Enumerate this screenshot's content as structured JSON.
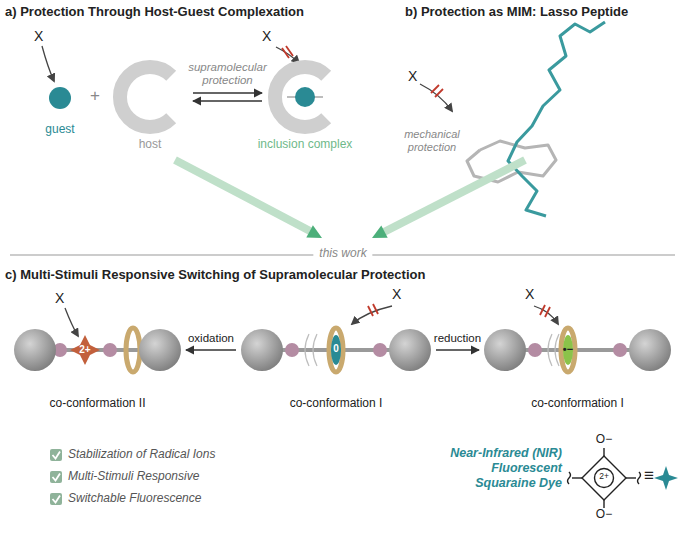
{
  "diagram": {
    "nodes": [
      {
        "text": [
          "guest"
        ]
      },
      {
        "text": [
          "host"
        ]
      },
      {
        "text": [
          "inclusion complex"
        ]
      },
      {
        "text": [
          "co-conformation II"
        ]
      },
      {
        "text": [
          "co-conformation I"
        ]
      },
      {
        "text": [
          "co-conformation I"
        ]
      }
    ],
    "edges": [
      {
        "from": 1,
        "to": 2,
        "arrow": "both",
        "label": "supramolecular protection"
      },
      {
        "from": 4,
        "to": 3,
        "arrow": "to",
        "label": "oxidation"
      },
      {
        "from": 4,
        "to": 5,
        "arrow": "to",
        "label": "reduction"
      }
    ],
    "labels": [
      "a) Protection Through Host-Guest Complexation",
      "b) Protection as MIM: Lasso Peptide",
      "X",
      "+",
      "X",
      "X",
      "mechanical protection",
      "this work",
      "c) Multi-Stimuli Responsive Switching of Supramolecular Protection",
      "X",
      "2+",
      "X",
      "0",
      "X",
      "•−",
      "Stabilization of Radical Ions",
      "Multi-Stimuli Responsive",
      "Switchable Fluorescence",
      "Near-Infrared (NIR) Fluorescent Squaraine Dye",
      "O−",
      "2+",
      "O−",
      "≡"
    ]
  }
}
